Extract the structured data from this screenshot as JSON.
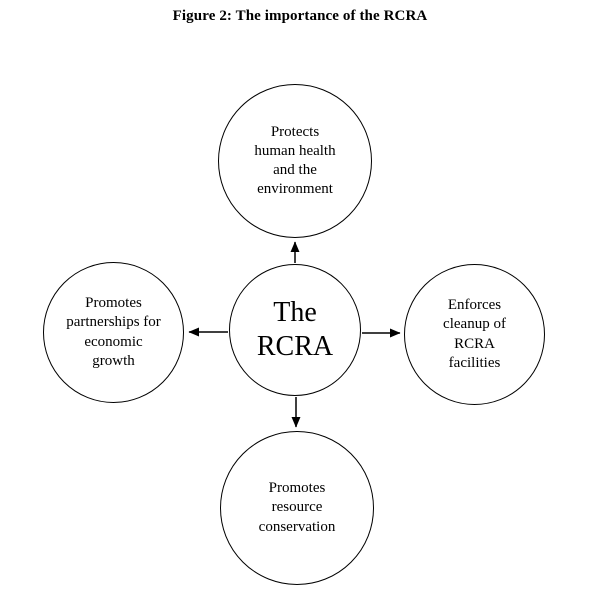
{
  "figure": {
    "title": "Figure 2: The importance of the RCRA"
  },
  "diagram": {
    "type": "radial-diagram",
    "line_color": "#000000",
    "background_color": "#ffffff",
    "center": {
      "label": "The RCRA"
    },
    "nodes": [
      {
        "position": "top",
        "label": "Protects human health and the environment"
      },
      {
        "position": "left",
        "label": "Promotes partnerships for economic growth"
      },
      {
        "position": "right",
        "label": "Enforces cleanup of RCRA facilities"
      },
      {
        "position": "bottom",
        "label": "Promotes resource conservation"
      }
    ],
    "arrows": [
      {
        "from": "center",
        "to": "top"
      },
      {
        "from": "center",
        "to": "left"
      },
      {
        "from": "center",
        "to": "right"
      },
      {
        "from": "center",
        "to": "bottom"
      }
    ]
  }
}
